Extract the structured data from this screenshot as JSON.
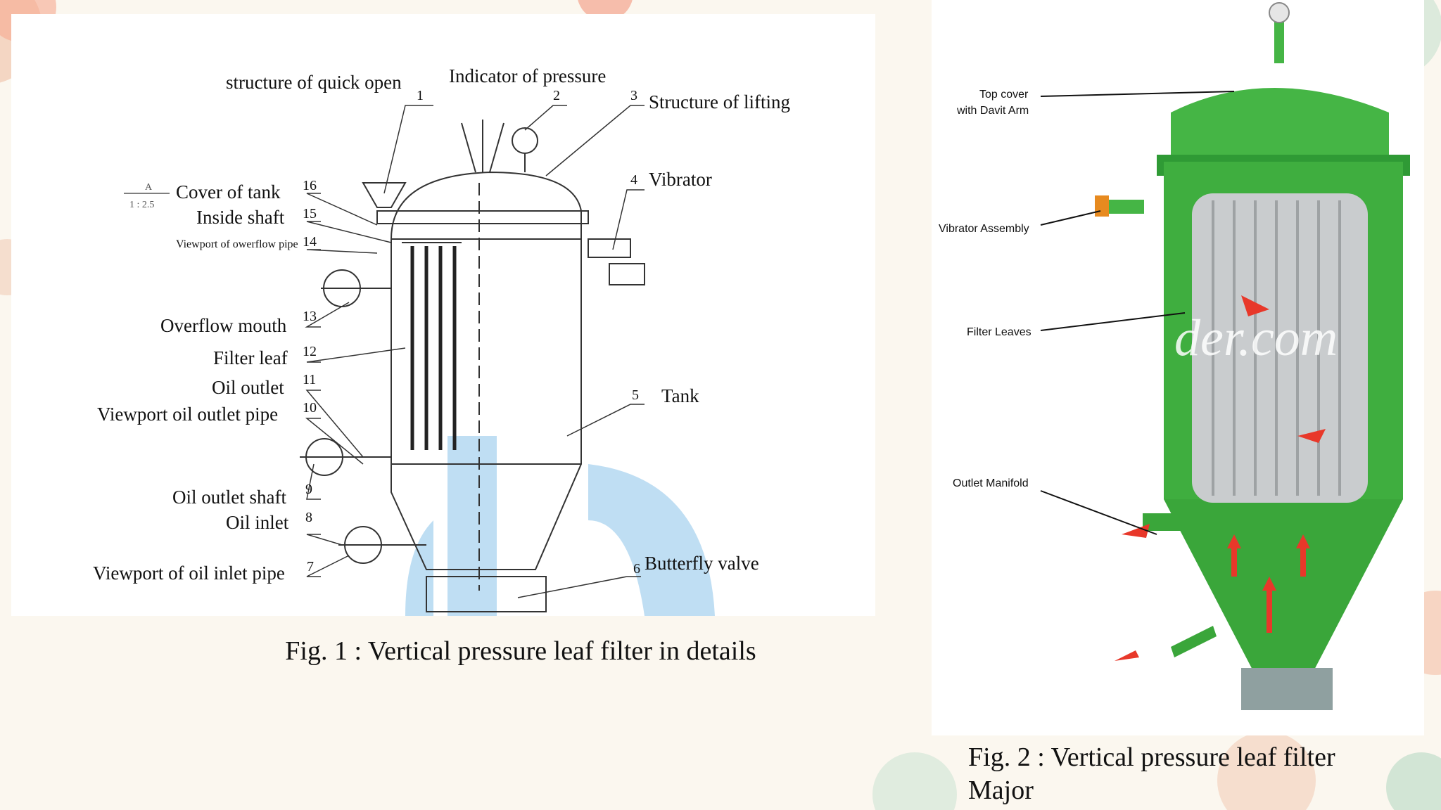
{
  "fig1": {
    "labels": {
      "n1": "structure of quick open",
      "n2": "Indicator of pressure",
      "n3": "Structure of lifting",
      "n4": "Vibrator",
      "n5": "Tank",
      "n6": "Butterfly valve",
      "n7": "Viewport of oil inlet pipe",
      "n8": "Oil inlet",
      "n9": "Oil outlet shaft",
      "n10": "Viewport oil outlet pipe",
      "n11": "Oil outlet",
      "n12": "Filter leaf",
      "n13": "Overflow mouth",
      "n14": "Viewport of owerflow pipe",
      "n15": "Inside shaft",
      "n16": "Cover of tank"
    },
    "numbers": {
      "n1": "1",
      "n2": "2",
      "n3": "3",
      "n4": "4",
      "n5": "5",
      "n6": "6",
      "n7": "7",
      "n8": "8",
      "n9": "9",
      "n10": "10",
      "n11": "11",
      "n12": "12",
      "n13": "13",
      "n14": "14",
      "n15": "15",
      "n16": "16"
    },
    "scale_top": "A",
    "scale_bottom": "1 : 2.5"
  },
  "fig2": {
    "labels": {
      "top_cover_1": "Top cover",
      "top_cover_2": "with Davit Arm",
      "vibrator": "Vibrator Assembly",
      "filter_leaves": "Filter Leaves",
      "outlet": "Outlet Manifold"
    },
    "watermark": "der.com"
  },
  "captions": {
    "fig1": "Fig. 1 : Vertical pressure leaf filter in details",
    "fig2_line1": "Fig. 2 : Vertical pressure leaf filter",
    "fig2_line2": "Major"
  },
  "colors": {
    "background": "#fbf7ef",
    "tank_green": "#3fae3f",
    "arrow_red": "#e8382a",
    "watermark_blue": "#a9d3ef"
  }
}
